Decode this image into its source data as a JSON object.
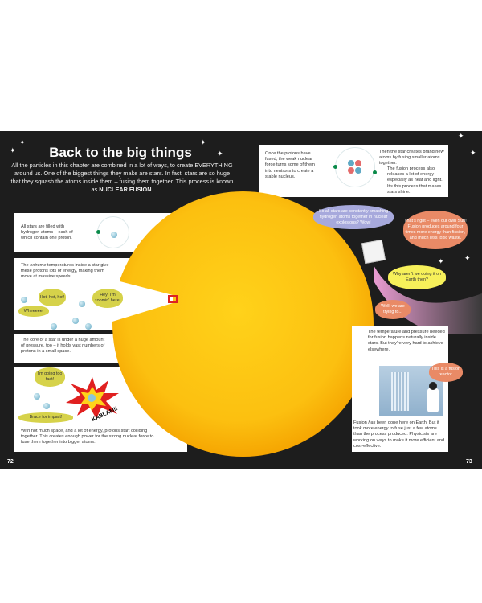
{
  "heading": "Back to the big things",
  "intro": {
    "text": "All the particles in this chapter are combined in a lot of ways, to create EVERYTHING around us. One of the biggest things they make are stars. In fact, stars are so huge that they squash the atoms inside them – fusing them together. This process is known as ",
    "bold": "NUCLEAR FUSION",
    "end": "."
  },
  "left": {
    "p1": "All stars are filled with hydrogen atoms – each of which contain one proton.",
    "p2_pre": "The ",
    "p2_em": "extreme",
    "p2_post": " temperatures inside a star give these protons lots of energy, making them move at massive speeds.",
    "bubbles": [
      "Hot, hot, hot!",
      "Hey! I'm zoomin' here!",
      "Wheeeee!"
    ],
    "p3": "The core of a star is under a huge amount of pressure, too – it holds vast numbers of protons in a small space.",
    "bubbles2": [
      "I'm going too fast!",
      "Brace for impact!"
    ],
    "kablam": "KABLAM!!",
    "p4": "With not much space, and a lot of energy, protons start colliding together. This creates enough power for the strong nuclear force to fuse them together into bigger atoms."
  },
  "right": {
    "top1": "Once the protons have fused, the weak nuclear force turns some of them into neutrons to create a stable nucleus.",
    "top2": "Then the star creates brand new atoms by fusing smaller atoms together.",
    "top3": "The fusion process also releases a lot of energy – especially as heat and light. It's this process that makes stars shine.",
    "dialog": [
      "So all stars are constantly smashing hydrogen atoms together in nuclear explosions? Wow!",
      "That's right – even our own Sun! Fusion produces around four times more energy than fission, and much less toxic waste.",
      "Why aren't we doing it on Earth then?",
      "Well, we are trying to..."
    ],
    "p5": "The temperature and pressure needed for fusion happens naturally inside stars. But they're very hard to achieve elsewhere.",
    "reactor_bubble": "This is a fusion reactor.",
    "p6_pre": "Fusion ",
    "p6_em": "has",
    "p6_post": " been done here on Earth. But it took more energy to fuse just a few atoms than the process produced. Physicists are working on ways to make it more efficient and cost-effective."
  },
  "page_numbers": {
    "left": "72",
    "right": "73"
  },
  "colors": {
    "background": "#1d1d1d",
    "sun": "#fcc010",
    "speech_yellow": "#d6d24a",
    "speech_orange": "#e98a66",
    "speech_blue": "#a7a9dc"
  }
}
